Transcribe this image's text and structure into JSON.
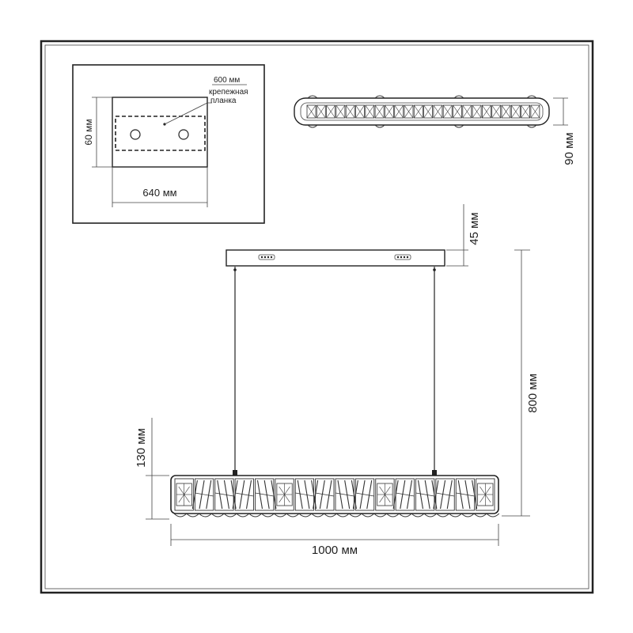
{
  "diagram": {
    "plate_detail": {
      "width_label": "640 мм",
      "height_label": "60 мм",
      "inner_label": "600 мм",
      "mount_label_line1": "крепежная",
      "mount_label_line2": "планка"
    },
    "top_view": {
      "depth_label": "90 мм"
    },
    "front_view": {
      "canopy_height_label": "45 мм",
      "total_height_label": "800 мм",
      "body_height_label": "130 мм",
      "length_label": "1000 мм"
    },
    "colors": {
      "stroke": "#222222",
      "panel_bg": "#fafafa"
    }
  }
}
